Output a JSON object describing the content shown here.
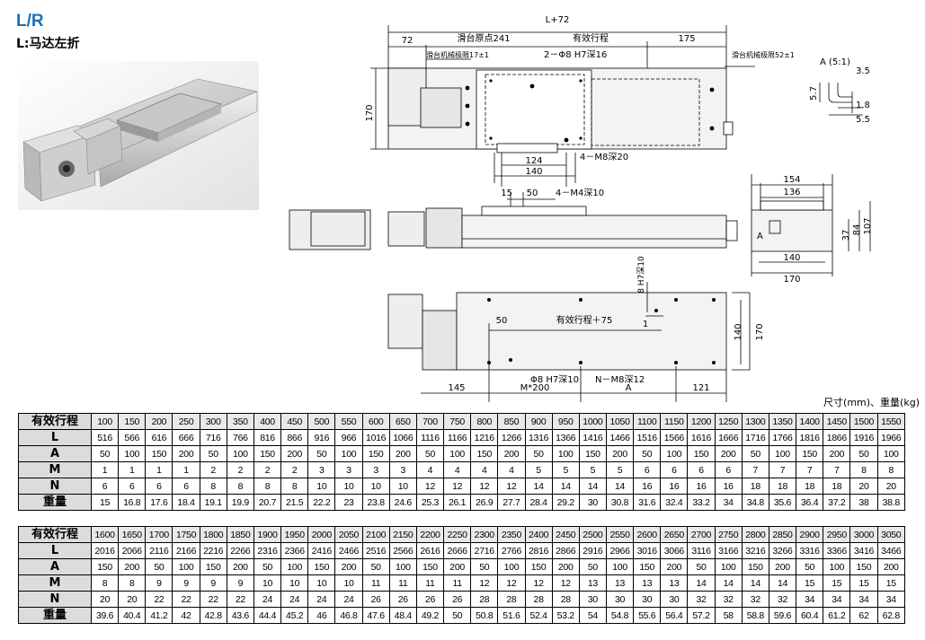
{
  "header": {
    "title": "L/R",
    "subtitle": "L:马达左折"
  },
  "drawing": {
    "dim_total": "L+72",
    "dim_72": "72",
    "dim_origin": "滑台原点241",
    "dim_stroke": "有效行程",
    "dim_175": "175",
    "limit_left": "滑台机械极限17±1",
    "limit_right": "滑台机械极限52±1",
    "hole_phi8": "2－Φ8 H7深16",
    "dim_170_left": "170",
    "dim_124": "124",
    "dim_140_top": "140",
    "m8_20": "4－M8深20",
    "dim_15": "15",
    "dim_50_mid": "50",
    "m4_10": "4－M4深10",
    "detail_title": "A (5:1)",
    "detail_35": "3.5",
    "detail_57": "5.7",
    "detail_18": "1.8",
    "detail_55": "5.5",
    "end_154": "154",
    "end_136": "136",
    "end_37": "37",
    "end_84": "84",
    "end_107": "107",
    "end_140": "140",
    "end_170": "170",
    "end_label_a": "A",
    "h7_10": "8 H7深10",
    "bot_50": "50",
    "bot_stroke75": "有效行程＋75",
    "bot_1": "1",
    "bot_140": "140",
    "bot_170": "170",
    "phi8_10": "Φ8 H7深10",
    "n_m8": "N－M8深12",
    "bot_145": "145",
    "bot_m200": "M*200",
    "bot_a": "A",
    "bot_121": "121"
  },
  "unit_note": "尺寸(mm)、重量(kg)",
  "tables": [
    {
      "rows": [
        {
          "label": "有效行程",
          "values": [
            "100",
            "150",
            "200",
            "250",
            "300",
            "350",
            "400",
            "450",
            "500",
            "550",
            "600",
            "650",
            "700",
            "750",
            "800",
            "850",
            "900",
            "950",
            "1000",
            "1050",
            "1100",
            "1150",
            "1200",
            "1250",
            "1300",
            "1350",
            "1400",
            "1450",
            "1500",
            "1550"
          ]
        },
        {
          "label": "L",
          "values": [
            "516",
            "566",
            "616",
            "666",
            "716",
            "766",
            "816",
            "866",
            "916",
            "966",
            "1016",
            "1066",
            "1116",
            "1166",
            "1216",
            "1266",
            "1316",
            "1366",
            "1416",
            "1466",
            "1516",
            "1566",
            "1616",
            "1666",
            "1716",
            "1766",
            "1816",
            "1866",
            "1916",
            "1966"
          ]
        },
        {
          "label": "A",
          "values": [
            "50",
            "100",
            "150",
            "200",
            "50",
            "100",
            "150",
            "200",
            "50",
            "100",
            "150",
            "200",
            "50",
            "100",
            "150",
            "200",
            "50",
            "100",
            "150",
            "200",
            "50",
            "100",
            "150",
            "200",
            "50",
            "100",
            "150",
            "200",
            "50",
            "100"
          ]
        },
        {
          "label": "M",
          "values": [
            "1",
            "1",
            "1",
            "1",
            "2",
            "2",
            "2",
            "2",
            "3",
            "3",
            "3",
            "3",
            "4",
            "4",
            "4",
            "4",
            "5",
            "5",
            "5",
            "5",
            "6",
            "6",
            "6",
            "6",
            "7",
            "7",
            "7",
            "7",
            "8",
            "8"
          ]
        },
        {
          "label": "N",
          "values": [
            "6",
            "6",
            "6",
            "6",
            "8",
            "8",
            "8",
            "8",
            "10",
            "10",
            "10",
            "10",
            "12",
            "12",
            "12",
            "12",
            "14",
            "14",
            "14",
            "14",
            "16",
            "16",
            "16",
            "16",
            "18",
            "18",
            "18",
            "18",
            "20",
            "20"
          ]
        },
        {
          "label": "重量",
          "values": [
            "15",
            "16.8",
            "17.6",
            "18.4",
            "19.1",
            "19.9",
            "20.7",
            "21.5",
            "22.2",
            "23",
            "23.8",
            "24.6",
            "25.3",
            "26.1",
            "26.9",
            "27.7",
            "28.4",
            "29.2",
            "30",
            "30.8",
            "31.6",
            "32.4",
            "33.2",
            "34",
            "34.8",
            "35.6",
            "36.4",
            "37.2",
            "38",
            "38.8"
          ]
        }
      ]
    },
    {
      "rows": [
        {
          "label": "有效行程",
          "values": [
            "1600",
            "1650",
            "1700",
            "1750",
            "1800",
            "1850",
            "1900",
            "1950",
            "2000",
            "2050",
            "2100",
            "2150",
            "2200",
            "2250",
            "2300",
            "2350",
            "2400",
            "2450",
            "2500",
            "2550",
            "2600",
            "2650",
            "2700",
            "2750",
            "2800",
            "2850",
            "2900",
            "2950",
            "3000",
            "3050"
          ]
        },
        {
          "label": "L",
          "values": [
            "2016",
            "2066",
            "2116",
            "2166",
            "2216",
            "2266",
            "2316",
            "2366",
            "2416",
            "2466",
            "2516",
            "2566",
            "2616",
            "2666",
            "2716",
            "2766",
            "2816",
            "2866",
            "2916",
            "2966",
            "3016",
            "3066",
            "3116",
            "3166",
            "3216",
            "3266",
            "3316",
            "3366",
            "3416",
            "3466"
          ]
        },
        {
          "label": "A",
          "values": [
            "150",
            "200",
            "50",
            "100",
            "150",
            "200",
            "50",
            "100",
            "150",
            "200",
            "50",
            "100",
            "150",
            "200",
            "50",
            "100",
            "150",
            "200",
            "50",
            "100",
            "150",
            "200",
            "50",
            "100",
            "150",
            "200",
            "50",
            "100",
            "150",
            "200"
          ]
        },
        {
          "label": "M",
          "values": [
            "8",
            "8",
            "9",
            "9",
            "9",
            "9",
            "10",
            "10",
            "10",
            "10",
            "11",
            "11",
            "11",
            "11",
            "12",
            "12",
            "12",
            "12",
            "13",
            "13",
            "13",
            "13",
            "14",
            "14",
            "14",
            "14",
            "15",
            "15",
            "15",
            "15"
          ]
        },
        {
          "label": "N",
          "values": [
            "20",
            "20",
            "22",
            "22",
            "22",
            "22",
            "24",
            "24",
            "24",
            "24",
            "26",
            "26",
            "26",
            "26",
            "28",
            "28",
            "28",
            "28",
            "30",
            "30",
            "30",
            "30",
            "32",
            "32",
            "32",
            "32",
            "34",
            "34",
            "34",
            "34"
          ]
        },
        {
          "label": "重量",
          "values": [
            "39.6",
            "40.4",
            "41.2",
            "42",
            "42.8",
            "43.6",
            "44.4",
            "45.2",
            "46",
            "46.8",
            "47.6",
            "48.4",
            "49.2",
            "50",
            "50.8",
            "51.6",
            "52.4",
            "53.2",
            "54",
            "54.8",
            "55.6",
            "56.4",
            "57.2",
            "58",
            "58.8",
            "59.6",
            "60.4",
            "61.2",
            "62",
            "62.8"
          ]
        }
      ]
    }
  ]
}
